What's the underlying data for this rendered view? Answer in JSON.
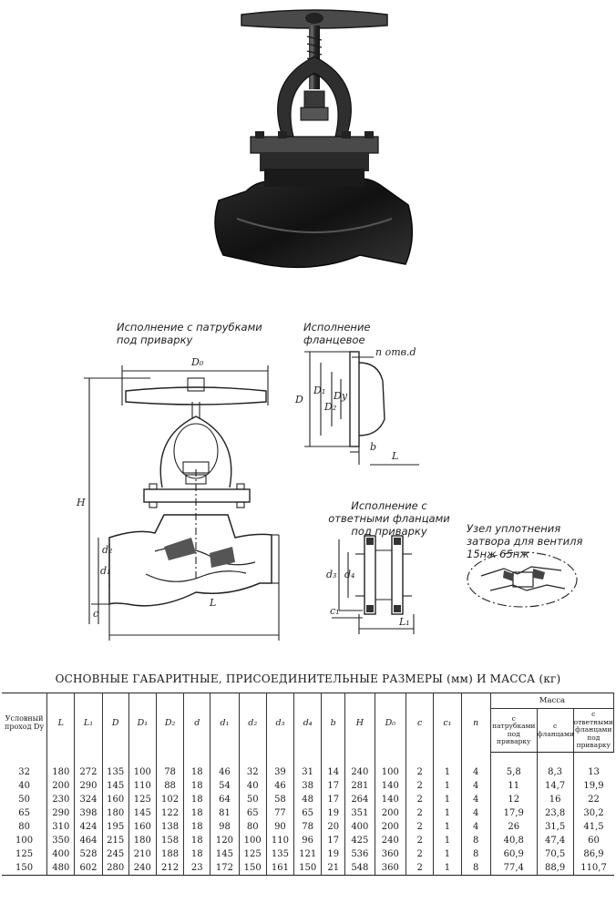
{
  "captions": {
    "weld_version": "Исполнение с патрубками под приварку",
    "flange_version": "Исполнение фланцевое",
    "mating_flange_version": "Исполнение с ответными фланцами под приварку",
    "seal_node": "Узел уплотнения затвора для вентиля 15нж 65нж"
  },
  "dimension_labels": {
    "D0": "D₀",
    "H": "H",
    "L": "L",
    "L1": "L₁",
    "d1": "d₁",
    "d2": "d₂",
    "d3": "d₃",
    "d4": "d₄",
    "c": "c",
    "c1": "c₁",
    "D": "D",
    "D1": "D₁",
    "D2": "D₂",
    "Dy": "Dу",
    "b": "b",
    "holes": "n отв.d"
  },
  "table": {
    "title": "ОСНОВНЫЕ ГАБАРИТНЫЕ, ПРИСОЕДИНИТЕЛЬНЫЕ РАЗМЕРЫ (мм) И МАССА (кг)",
    "first_header": "Условный проход Dу",
    "headers": [
      "L",
      "L₁",
      "D",
      "D₁",
      "D₂",
      "d",
      "d₁",
      "d₂",
      "d₃",
      "d₄",
      "b",
      "H",
      "D₀",
      "c",
      "c₁",
      "n"
    ],
    "mass_header": "Масса",
    "mass_subheaders": [
      "с патрубками под приварку",
      "с фланцами",
      "с ответными фланцами под приварку"
    ],
    "rows": [
      [
        "32",
        "180",
        "272",
        "135",
        "100",
        "78",
        "18",
        "46",
        "32",
        "39",
        "31",
        "14",
        "240",
        "100",
        "2",
        "1",
        "4",
        "5,8",
        "8,3",
        "13"
      ],
      [
        "40",
        "200",
        "290",
        "145",
        "110",
        "88",
        "18",
        "54",
        "40",
        "46",
        "38",
        "17",
        "281",
        "140",
        "2",
        "1",
        "4",
        "11",
        "14,7",
        "19,9"
      ],
      [
        "50",
        "230",
        "324",
        "160",
        "125",
        "102",
        "18",
        "64",
        "50",
        "58",
        "48",
        "17",
        "264",
        "140",
        "2",
        "1",
        "4",
        "12",
        "16",
        "22"
      ],
      [
        "65",
        "290",
        "398",
        "180",
        "145",
        "122",
        "18",
        "81",
        "65",
        "77",
        "65",
        "19",
        "351",
        "200",
        "2",
        "1",
        "4",
        "17,9",
        "23,8",
        "30,2"
      ],
      [
        "80",
        "310",
        "424",
        "195",
        "160",
        "138",
        "18",
        "98",
        "80",
        "90",
        "78",
        "20",
        "400",
        "200",
        "2",
        "1",
        "4",
        "26",
        "31,5",
        "41,5"
      ],
      [
        "100",
        "350",
        "464",
        "215",
        "180",
        "158",
        "18",
        "120",
        "100",
        "110",
        "96",
        "17",
        "425",
        "240",
        "2",
        "1",
        "8",
        "40,8",
        "47,4",
        "60"
      ],
      [
        "125",
        "400",
        "528",
        "245",
        "210",
        "188",
        "18",
        "145",
        "125",
        "135",
        "121",
        "19",
        "536",
        "360",
        "2",
        "1",
        "8",
        "60,9",
        "70,5",
        "86,9"
      ],
      [
        "150",
        "480",
        "602",
        "280",
        "240",
        "212",
        "23",
        "172",
        "150",
        "161",
        "150",
        "21",
        "548",
        "360",
        "2",
        "1",
        "8",
        "77,4",
        "88,9",
        "110,7"
      ]
    ]
  }
}
